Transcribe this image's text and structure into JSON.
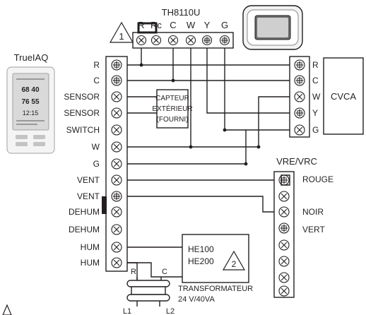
{
  "thermostat_model": "TH8110U",
  "thermostat_terminals": [
    "R",
    "Rc",
    "C",
    "W",
    "Y",
    "G"
  ],
  "note_number_1": "1",
  "note_number_2": "2",
  "trueiaq": {
    "title": "TrueIAQ",
    "screen_lines": [
      "68 40",
      "76 55",
      "12:15"
    ],
    "labels": [
      "R",
      "C",
      "SENSOR",
      "SENSOR",
      "SWITCH",
      "W",
      "G",
      "VENT",
      "VENT",
      "DEHUM",
      "DEHUM",
      "HUM",
      "HUM"
    ]
  },
  "sensor_box": {
    "line1": "CAPTEUR",
    "line2": "EXTÉRIEUR",
    "line3": "(FOURNI)"
  },
  "cvca": {
    "label": "CVCA",
    "terminals": [
      "R",
      "C",
      "W",
      "Y",
      "G"
    ]
  },
  "vre": {
    "title": "VRE/VRC",
    "labels": [
      "ROUGE",
      "NOIR",
      "VERT"
    ]
  },
  "humidifier": {
    "line1": "HE100",
    "line2": "HE200"
  },
  "transformer": {
    "line1": "TRANSFORMATEUR",
    "line2": "24 V/40VA",
    "terminals": [
      "R",
      "C"
    ],
    "leads": [
      "L1",
      "L2"
    ]
  },
  "colors": {
    "ink": "#231f20",
    "screen": "#d9d9d9",
    "panel": "#efefef"
  }
}
